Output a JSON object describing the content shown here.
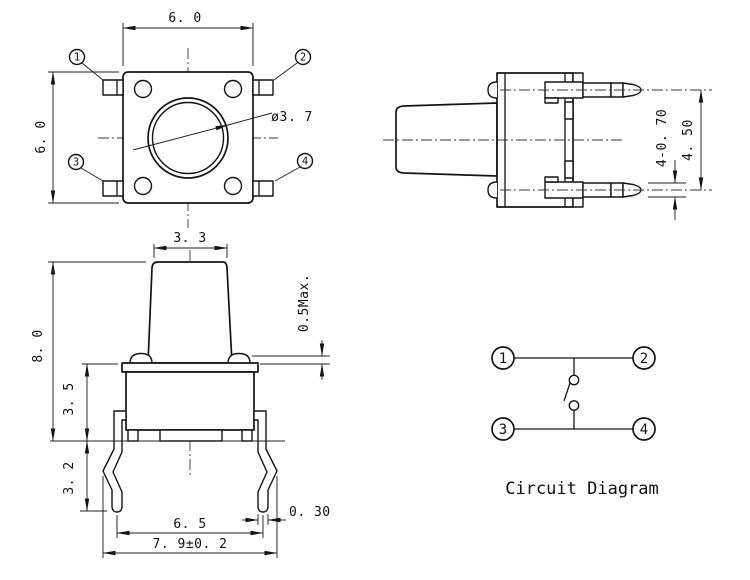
{
  "top_view": {
    "dims": {
      "width": "6. 0",
      "height": "6. 0",
      "button_dia": "ø3. 7"
    },
    "pins": [
      "1",
      "2",
      "3",
      "4"
    ]
  },
  "side_view": {
    "dims": {
      "pin_width": "4-0. 70",
      "pin_pitch": "4. 50"
    }
  },
  "front_view": {
    "dims": {
      "stem_width": "3. 3",
      "total_height": "8. 0",
      "stroke_max": "0.5Max.",
      "body_height": "3. 5",
      "leg_height": "3. 2",
      "leg_span_inner": "6. 5",
      "leg_span_outer": "7. 9±0. 2",
      "leg_thickness": "0. 30"
    }
  },
  "circuit": {
    "terminals": [
      "1",
      "2",
      "3",
      "4"
    ],
    "caption": "Circuit Diagram"
  },
  "colors": {
    "line": "#141414",
    "background": "#ffffff"
  }
}
